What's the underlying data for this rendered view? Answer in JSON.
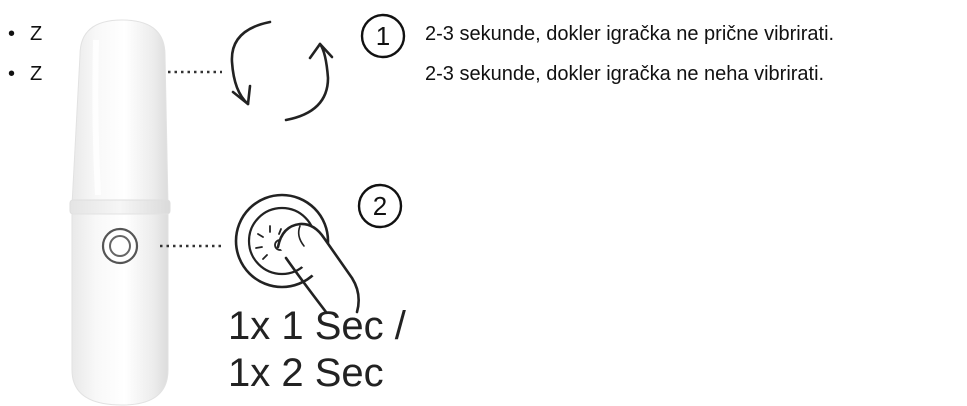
{
  "bullets": [
    {
      "marker": "•",
      "prefix": "Z",
      "text": "2-3 sekunde, dokler igračka ne prične vibrirati."
    },
    {
      "marker": "•",
      "prefix": "Z",
      "text": "2-3 sekunde, dokler igračka ne neha vibrirati."
    }
  ],
  "steps": [
    {
      "number": "1",
      "icon": "rotate-arrows-icon"
    },
    {
      "number": "2",
      "icon": "button-press-icon"
    }
  ],
  "timing": {
    "line1": "1x 1 Sec /",
    "line2": "1x 2 Sec"
  }
}
